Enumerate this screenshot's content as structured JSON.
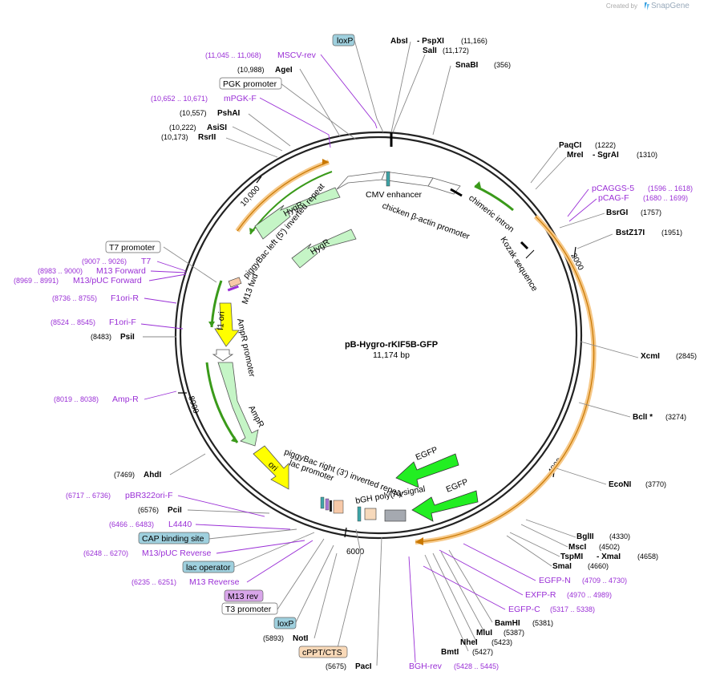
{
  "watermark": "Created by",
  "brand": "SnapGene",
  "plasmid": {
    "name": "pB-Hygro-rKIF5B-GFP",
    "size": "11,174 bp"
  },
  "ruler": [
    "2000",
    "4000",
    "6000",
    "8000",
    "10,000"
  ],
  "labels": {
    "absi": "AbsI",
    "pspxi": "-  PspXI",
    "pspxi_pos": "(11,166)",
    "sali": "SalI",
    "sali_pos": "(11,172)",
    "snabi": "SnaBI",
    "snabi_pos": "(356)",
    "paqci": "PaqCI",
    "paqci_pos": "(1222)",
    "mrei": "MreI",
    "sgrai": "-  SgrAI",
    "sgrai_pos": "(1310)",
    "pcaggs5": "pCAGGS-5",
    "pcaggs5_pos": "(1596 .. 1618)",
    "pcagf": "pCAG-F",
    "pcagf_pos": "(1680 .. 1699)",
    "bsrgi": "BsrGI",
    "bsrgi_pos": "(1757)",
    "bstz17i": "BstZ17I",
    "bstz17i_pos": "(1951)",
    "xcmi": "XcmI",
    "xcmi_pos": "(2845)",
    "bcli": "BclI *",
    "bcli_pos": "(3274)",
    "econi": "EcoNI",
    "econi_pos": "(3770)",
    "bglii": "BglII",
    "bglii_pos": "(4330)",
    "msci": "MscI",
    "msci_pos": "(4502)",
    "tspmi": "TspMI",
    "xmai": "-  XmaI",
    "xmai_pos": "(4658)",
    "smai": "SmaI",
    "smai_pos": "(4660)",
    "egfpn": "EGFP-N",
    "egfpn_pos": "(4709 .. 4730)",
    "egfpr": "EXFP-R",
    "egfpr_pos": "(4970 .. 4989)",
    "egfpc": "EGFP-C",
    "egfpc_pos": "(5317 .. 5338)",
    "bamhi": "BamHI",
    "bamhi_pos": "(5381)",
    "mlui": "MluI",
    "mlui_pos": "(5387)",
    "nhei": "NheI",
    "nhei_pos": "(5423)",
    "bmti": "BmtI",
    "bmti_pos": "(5427)",
    "bghrev": "BGH-rev",
    "bghrev_pos": "(5428 .. 5445)",
    "paci": "PacI",
    "paci_pos": "(5675)",
    "cppt": "cPPT/CTS",
    "noti": "NotI",
    "noti_pos": "(5893)",
    "loxp2": "loxP",
    "t3": "T3 promoter",
    "m13rev": "M13 rev",
    "m13reverse": "M13 Reverse",
    "m13reverse_pos": "(6235 .. 6251)",
    "lacop": "lac operator",
    "m13pucrev": "M13/pUC Reverse",
    "m13pucrev_pos": "(6248 .. 6270)",
    "cap": "CAP binding site",
    "l4440": "L4440",
    "l4440_pos": "(6466 .. 6483)",
    "pcii": "PciI",
    "pcii_pos": "(6576)",
    "pbr322": "pBR322ori-F",
    "pbr322_pos": "(6717 .. 6736)",
    "ahdi": "AhdI",
    "ahdi_pos": "(7469)",
    "ampr_p": "Amp-R",
    "ampr_p_pos": "(8019 .. 8038)",
    "psii": "PsiI",
    "psii_pos": "(8483)",
    "f1orif": "F1ori-F",
    "f1orif_pos": "(8524 .. 8545)",
    "f1orir": "F1ori-R",
    "f1orir_pos": "(8736 .. 8755)",
    "m13pucfwd": "M13/pUC Forward",
    "m13pucfwd_pos": "(8969 .. 8991)",
    "m13fwd": "M13 Forward",
    "m13fwd_pos": "(8983 .. 9000)",
    "t7": "T7",
    "t7_pos": "(9007 .. 9026)",
    "t7prom": "T7 promoter",
    "rsrii": "RsrII",
    "rsrii_pos": "(10,173)",
    "asisi": "AsiSI",
    "asisi_pos": "(10,222)",
    "pshai": "PshAI",
    "pshai_pos": "(10,557)",
    "mpgkf": "mPGK-F",
    "mpgkf_pos": "(10,652 .. 10,671)",
    "pgkprom": "PGK promoter",
    "agei": "AgeI",
    "agei_pos": "(10,988)",
    "mscvrev": "MSCV-rev",
    "mscvrev_pos": "(11,045 .. 11,068)",
    "loxp1": "loxP"
  },
  "features": {
    "cmv": "CMV enhancer",
    "cba": "chicken β-actin promoter",
    "intron": "chimeric intron",
    "kozak": "Kozak sequence",
    "hygr1": "HygR",
    "hygr2": "HygR",
    "pbl": "piggyBac left (5') inverted repeat",
    "m13fwd": "M13 fwd",
    "f1": "f1 ori",
    "amppromoter": "AmpR promoter",
    "ampr": "AmpR",
    "ori": "ori",
    "pbr": "piggyBac right (3') inverted repeat",
    "lacprom": "lac promoter",
    "bgh": "bGH poly(A) signal",
    "egfp1": "EGFP",
    "egfp2": "EGFP"
  },
  "colors": {
    "primer": "#9a2fd6",
    "orf": "#f3a22b",
    "promoter": "#ffffff",
    "hygr": "#c5f5c6",
    "ampr": "#c5f5c6",
    "ori": "#ffff00",
    "egfp": "#22ee22"
  }
}
